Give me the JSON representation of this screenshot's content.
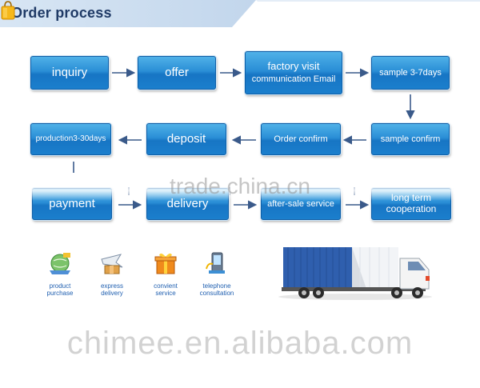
{
  "header": {
    "title": "Order process"
  },
  "steps": {
    "inquiry": "inquiry",
    "offer": "offer",
    "factory_visit_line1": "factory visit",
    "factory_visit_line2": "communication Email",
    "sample": "sample 3-7days",
    "sample_confirm": "sample confirm",
    "order_confirm": "Order confirm",
    "deposit": "deposit",
    "production": "production3-30days",
    "payment": "payment",
    "delivery": "delivery",
    "after_sale": "after-sale service",
    "long_term_line1": "long term",
    "long_term_line2": "cooperation"
  },
  "services": [
    {
      "line1": "product",
      "line2": "purchase",
      "icon": "globe-cart-icon"
    },
    {
      "line1": "express",
      "line2": "delivery",
      "icon": "plane-box-icon"
    },
    {
      "line1": "convient",
      "line2": "service",
      "icon": "gift-box-icon"
    },
    {
      "line1": "telephone",
      "line2": "consultation",
      "icon": "phone-icon"
    }
  ],
  "watermarks": {
    "mid": "trade.china.cn",
    "bottom": "chimee.en.alibaba.com"
  },
  "colors": {
    "box_blue": "#1b7fcd",
    "arrow": "#3a5a8a",
    "title": "#1f3a66",
    "label_blue": "#1f5fb0"
  }
}
